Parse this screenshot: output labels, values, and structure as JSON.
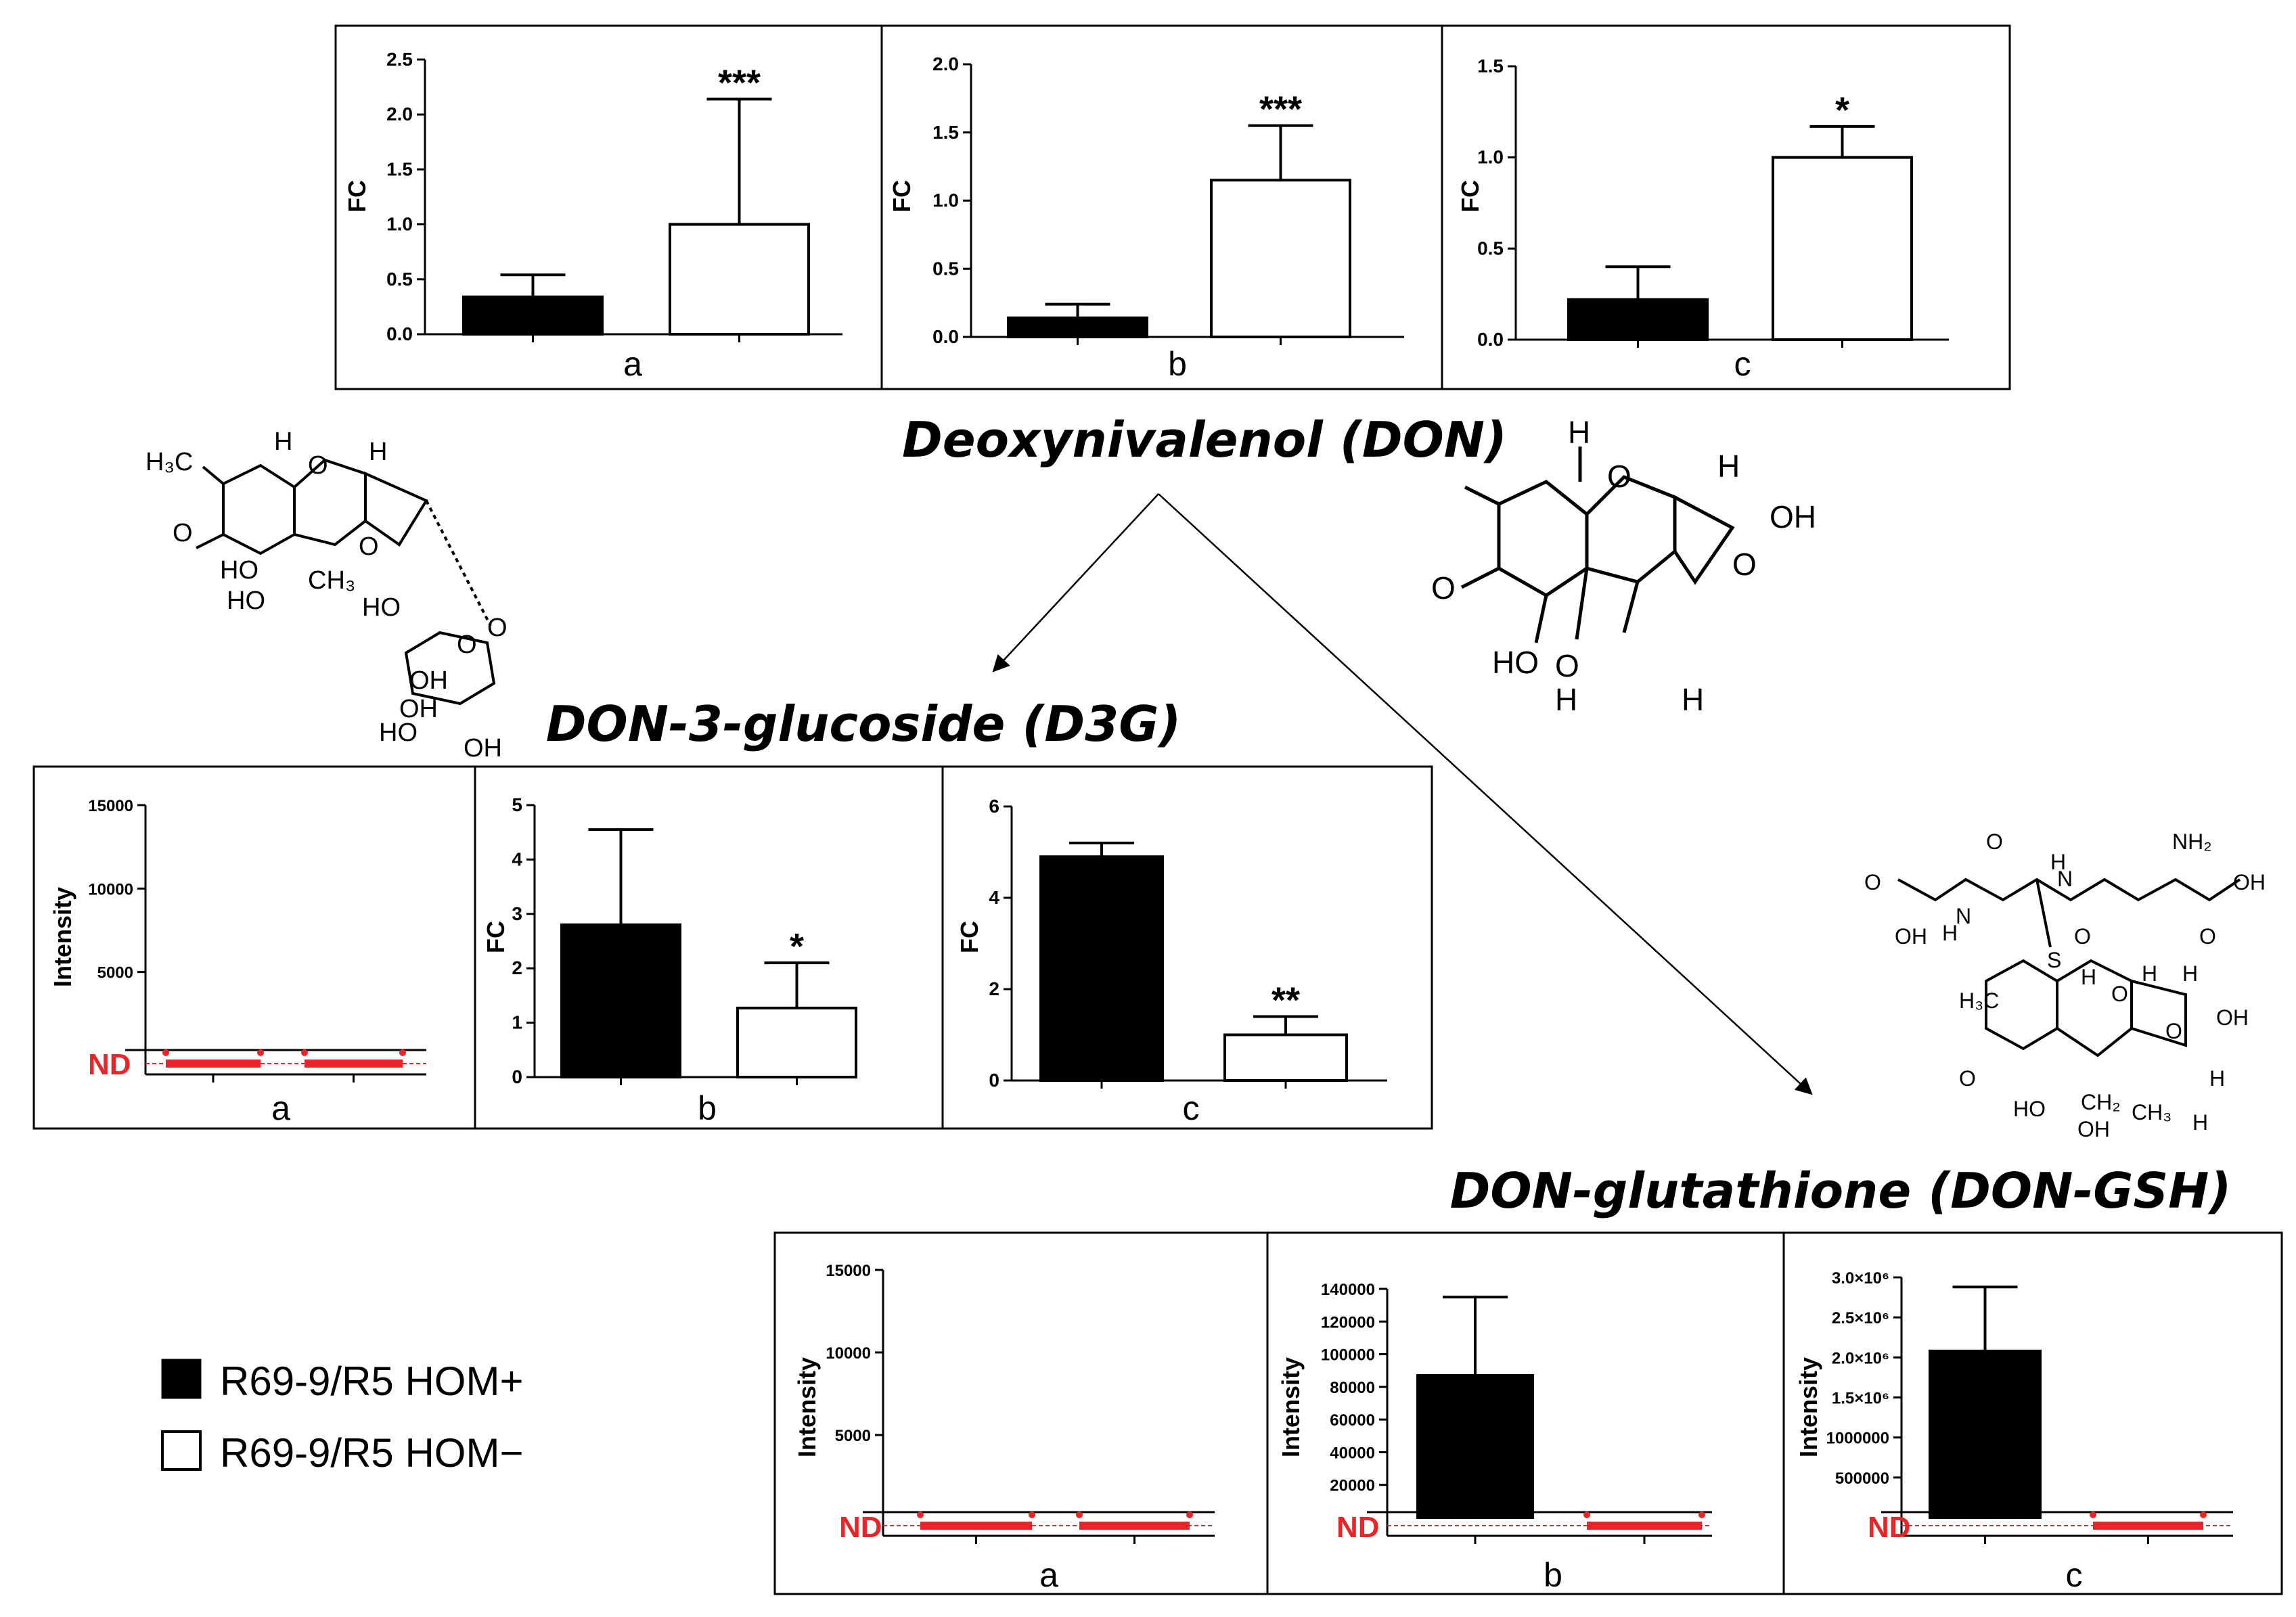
{
  "colors": {
    "black": "#000000",
    "white": "#ffffff",
    "nd": "#e8262a"
  },
  "titles": {
    "don": "Deoxynivalenol (DON)",
    "d3g": "DON-3-glucoside (D3G)",
    "gsh": "DON-glutathione (DON-GSH)"
  },
  "legend": {
    "pos_label": "R69-9/R5 HOM+",
    "neg_label": "R69-9/R5 HOM−"
  },
  "structure_labels": {
    "don": [
      "H",
      "H",
      "OH",
      "O",
      "O",
      "O",
      "HO",
      "O",
      "H",
      "H"
    ],
    "d3g": [
      "H₃C",
      "H",
      "O",
      "H",
      "O",
      "O",
      "HO",
      "HO",
      "CH₃",
      "HO",
      "O",
      "O",
      "OH",
      "HO",
      "OH",
      "OH"
    ],
    "gsh": [
      "O",
      "H",
      "NH₂",
      "O",
      "N",
      "N",
      "OH",
      "OH",
      "H",
      "O",
      "O",
      "S",
      "H₃C",
      "H",
      "O",
      "H",
      "H",
      "OH",
      "O",
      "O",
      "H",
      "HO",
      "CH₂",
      "CH₃",
      "OH",
      "H"
    ]
  },
  "chart_data": [
    {
      "type": "bar",
      "id": "don-a",
      "group": "Deoxynivalenol (DON)",
      "categories": [
        "a"
      ],
      "ylabel": "FC",
      "ylim": [
        0,
        2.5
      ],
      "yticks": [
        "0.0",
        "0.5",
        "1.0",
        "1.5",
        "2.0",
        "2.5"
      ],
      "series": [
        {
          "name": "R69-9/R5 HOM+",
          "values": [
            0.34
          ],
          "err": [
            0.2
          ]
        },
        {
          "name": "R69-9/R5 HOM−",
          "values": [
            1.0
          ],
          "err": [
            1.14
          ],
          "sig": "***"
        }
      ]
    },
    {
      "type": "bar",
      "id": "don-b",
      "group": "Deoxynivalenol (DON)",
      "categories": [
        "b"
      ],
      "ylabel": "FC",
      "ylim": [
        0,
        2.0
      ],
      "yticks": [
        "0.0",
        "0.5",
        "1.0",
        "1.5",
        "2.0"
      ],
      "series": [
        {
          "name": "R69-9/R5 HOM+",
          "values": [
            0.14
          ],
          "err": [
            0.1
          ]
        },
        {
          "name": "R69-9/R5 HOM−",
          "values": [
            1.15
          ],
          "err": [
            0.4
          ],
          "sig": "***"
        }
      ]
    },
    {
      "type": "bar",
      "id": "don-c",
      "group": "Deoxynivalenol (DON)",
      "categories": [
        "c"
      ],
      "ylabel": "FC",
      "ylim": [
        0,
        1.5
      ],
      "yticks": [
        "0.0",
        "0.5",
        "1.0",
        "1.5"
      ],
      "series": [
        {
          "name": "R69-9/R5 HOM+",
          "values": [
            0.22
          ],
          "err": [
            0.18
          ]
        },
        {
          "name": "R69-9/R5 HOM−",
          "values": [
            1.0
          ],
          "err": [
            0.17
          ],
          "sig": "*"
        }
      ]
    },
    {
      "type": "bar",
      "id": "d3g-a",
      "group": "DON-3-glucoside (D3G)",
      "categories": [
        "a"
      ],
      "ylabel": "Intensity",
      "ylim": [
        0,
        15000
      ],
      "yticks": [
        "5000",
        "10000",
        "15000"
      ],
      "nd_label": "ND",
      "series": [
        {
          "name": "R69-9/R5 HOM+",
          "values": [
            "ND"
          ]
        },
        {
          "name": "R69-9/R5 HOM−",
          "values": [
            "ND"
          ]
        }
      ]
    },
    {
      "type": "bar",
      "id": "d3g-b",
      "group": "DON-3-glucoside (D3G)",
      "categories": [
        "b"
      ],
      "ylabel": "FC",
      "ylim": [
        0,
        5
      ],
      "yticks": [
        "0",
        "1",
        "2",
        "3",
        "4",
        "5"
      ],
      "series": [
        {
          "name": "R69-9/R5 HOM+",
          "values": [
            2.8
          ],
          "err": [
            1.75
          ]
        },
        {
          "name": "R69-9/R5 HOM−",
          "values": [
            1.27
          ],
          "err": [
            0.83
          ],
          "sig": "*"
        }
      ]
    },
    {
      "type": "bar",
      "id": "d3g-c",
      "group": "DON-3-glucoside (D3G)",
      "categories": [
        "c"
      ],
      "ylabel": "FC",
      "ylim": [
        0,
        6
      ],
      "yticks": [
        "0",
        "2",
        "4",
        "6"
      ],
      "series": [
        {
          "name": "R69-9/R5 HOM+",
          "values": [
            4.9
          ],
          "err": [
            0.3
          ]
        },
        {
          "name": "R69-9/R5 HOM−",
          "values": [
            1.0
          ],
          "err": [
            0.4
          ],
          "sig": "**"
        }
      ]
    },
    {
      "type": "bar",
      "id": "gsh-a",
      "group": "DON-glutathione (DON-GSH)",
      "categories": [
        "a"
      ],
      "ylabel": "Intensity",
      "ylim": [
        0,
        15000
      ],
      "yticks": [
        "5000",
        "10000",
        "15000"
      ],
      "nd_label": "ND",
      "series": [
        {
          "name": "R69-9/R5 HOM+",
          "values": [
            "ND"
          ]
        },
        {
          "name": "R69-9/R5 HOM−",
          "values": [
            "ND"
          ]
        }
      ]
    },
    {
      "type": "bar",
      "id": "gsh-b",
      "group": "DON-glutathione (DON-GSH)",
      "categories": [
        "b"
      ],
      "ylabel": "Intensity",
      "ylim": [
        0,
        140000
      ],
      "yticks": [
        "20000",
        "40000",
        "60000",
        "80000",
        "100000",
        "120000",
        "140000"
      ],
      "nd_label": "ND",
      "series": [
        {
          "name": "R69-9/R5 HOM+",
          "values": [
            87000
          ],
          "err": [
            48000
          ]
        },
        {
          "name": "R69-9/R5 HOM−",
          "values": [
            "ND"
          ]
        }
      ]
    },
    {
      "type": "bar",
      "id": "gsh-c",
      "group": "DON-glutathione (DON-GSH)",
      "categories": [
        "c"
      ],
      "ylabel": "Intensity",
      "ylim": [
        0,
        3000000
      ],
      "yticks": [
        "500000",
        "1000000",
        "1.5×10⁶",
        "2.0×10⁶",
        "2.5×10⁶",
        "3.0×10⁶"
      ],
      "nd_label": "ND",
      "series": [
        {
          "name": "R69-9/R5 HOM+",
          "values": [
            2080000
          ],
          "err": [
            800000
          ]
        },
        {
          "name": "R69-9/R5 HOM−",
          "values": [
            "ND"
          ]
        }
      ]
    }
  ]
}
